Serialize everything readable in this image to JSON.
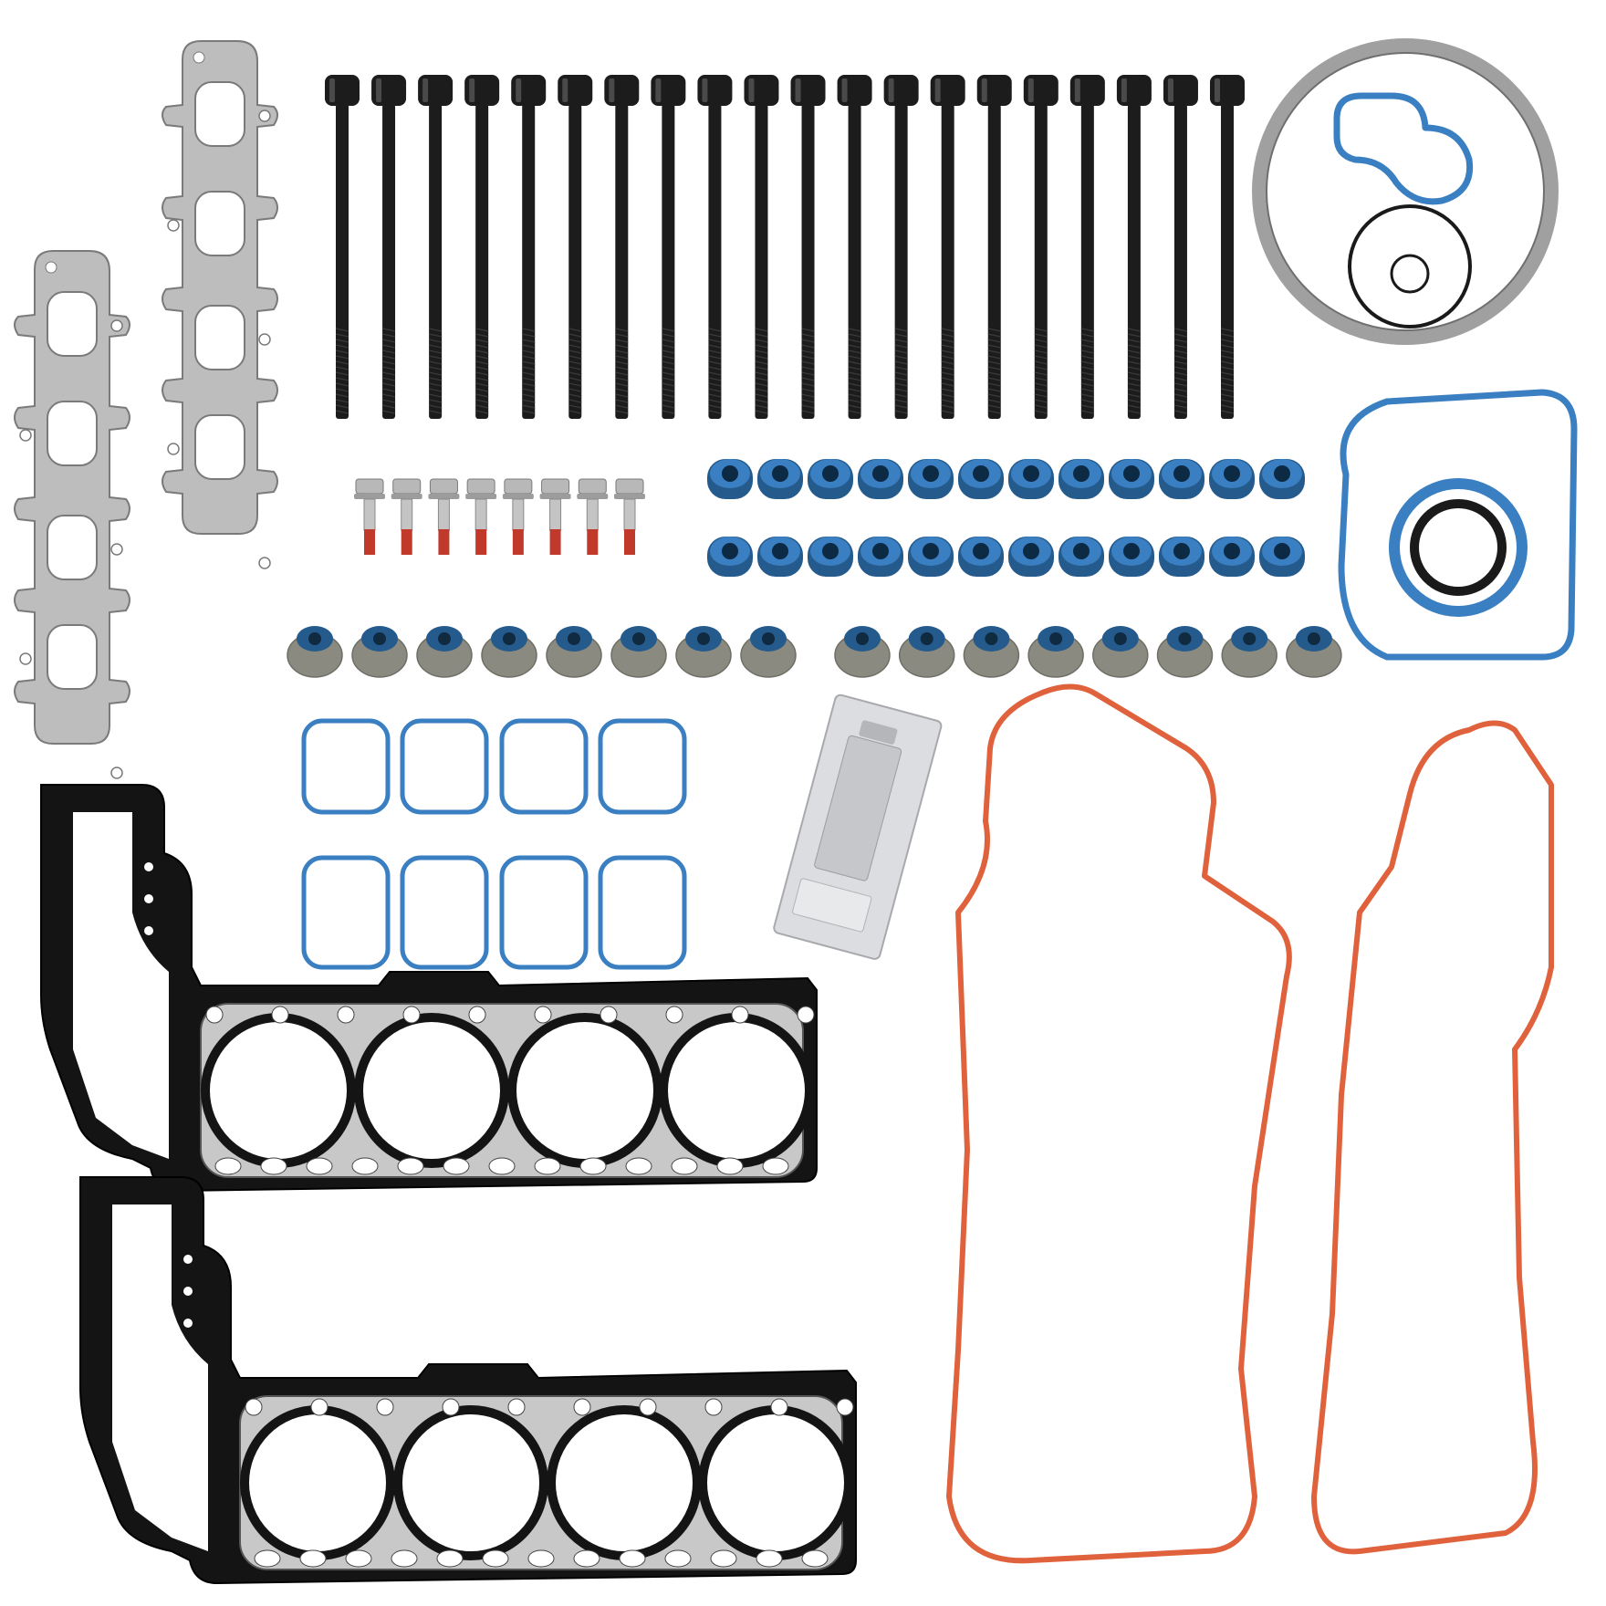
{
  "colors": {
    "background": "#ffffff",
    "metal_gasket": "#bdbdbd",
    "metal_gasket_edge": "#7a7a7a",
    "bolt_black": "#1c1c1c",
    "seal_blue": "#3a7fc1",
    "seal_blue_dark": "#245a8c",
    "valve_seal_grey": "#8a8a80",
    "orange_gasket": "#e0623c",
    "head_gasket_black": "#141414",
    "head_gasket_silver": "#c8c8c8",
    "o_ring_black": "#1a1a1a",
    "packet": "#dcdde0",
    "thread_red": "#c0392b"
  },
  "parts": {
    "exhaust_manifold_gaskets": 2,
    "head_bolts": 20,
    "short_bolts": 8,
    "blue_valve_seals": 24,
    "grey_valve_seals": 16,
    "intake_gaskets": 8,
    "head_gaskets": 2,
    "valve_cover_gaskets": 2,
    "sealant_packets": 1,
    "round_cover_gaskets": 1,
    "timing_cover_gaskets": 1
  }
}
